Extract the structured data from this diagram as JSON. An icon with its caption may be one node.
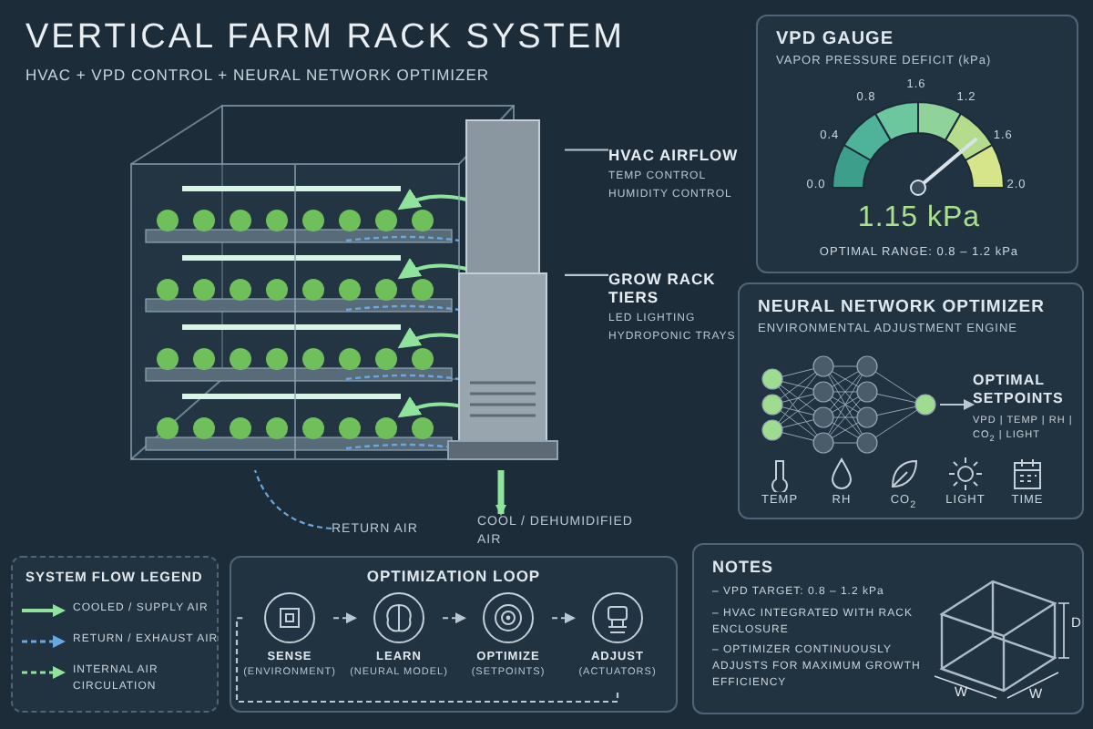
{
  "diagram": {
    "title": "VERTICAL FARM RACK SYSTEM",
    "nodes": [
      {
        "text": [],
        "shape": "picture"
      },
      {
        "text": [
          "HVAC AIRFLOW",
          "TEMP CONTROL HUMIDITY CONTROL"
        ]
      },
      {
        "text": [
          "GROW RACK TIERS",
          "LED LIGHTING HYDROPONIC TRAYS"
        ]
      },
      {
        "text": [
          "COOL / DEHUMIDIFIED AIR"
        ]
      },
      {
        "text": [
          "RETURN AIR"
        ]
      },
      {
        "text": [
          "VPD GAUGE",
          "VAPOR PRESSURE DEFICIT (kPa)",
          "1.15 kPa",
          "OPTIMAL RANGE: 0.8 – 1.2 kPa"
        ]
      },
      {
        "text": [
          "NEURAL NETWORK OPTIMIZER",
          "ENVIRONMENTAL ADJUSTMENT ENGINE"
        ]
      },
      {
        "text": [],
        "shape": "picture",
        "in": 6
      },
      {
        "text": [
          "OPTIMAL SETPOINTS",
          "VPD | TEMP | RH | CO$_{2}$ | LIGHT"
        ],
        "in": 6
      },
      {
        "text": [
          "OPTIMIZATION LOOP"
        ]
      },
      {
        "text": [
          "SENSE",
          "(ENVIRONMENT)"
        ],
        "in": 9
      },
      {
        "text": [
          "LEARN",
          "(NEURAL MODEL)"
        ],
        "in": 9
      },
      {
        "text": [
          "OPTIMIZE",
          "(SETPOINTS)"
        ],
        "in": 9
      },
      {
        "text": [
          "ADJUST",
          "(ACTUATORS)"
        ],
        "in": 9
      },
      {
        "text": [
          "NOTES",
          "– VPD TARGET: 0.8 – 1.2 kPa",
          "– HVAC INTEGRATED WITH RACK ENCLOSURE",
          "– OPTIMIZER CONTINUOUSLY ADJUSTS FOR MAXIMUM GROWTH EFFICIENCY"
        ]
      }
    ],
    "edges": [
      {
        "from": 1,
        "to": 0,
        "arrow": "none"
      },
      {
        "from": 2,
        "to": 0,
        "arrow": "none"
      },
      {
        "from": 0,
        "to": 3,
        "arrow": "to",
        "style": "thick",
        "color": "#8fe39c"
      },
      {
        "from": 4,
        "to": 0,
        "arrow": "none",
        "style": "dashed",
        "color": "#6aa8e0"
      },
      {
        "from": 7,
        "to": 8,
        "arrow": "to"
      },
      {
        "from": 10,
        "to": 11,
        "arrow": "to",
        "style": "dashed"
      },
      {
        "from": 11,
        "to": 12,
        "arrow": "to",
        "style": "dashed"
      },
      {
        "from": 12,
        "to": 13,
        "arrow": "to",
        "style": "dashed"
      },
      {
        "from": 13,
        "to": 10,
        "arrow": "none",
        "style": "dashed"
      }
    ],
    "labels": [
      "HVAC + VPD CONTROL + NEURAL NETWORK OPTIMIZER",
      "0.0",
      "0.4",
      "0.8",
      "1.6",
      "1.2",
      "1.6",
      "2.0",
      "TEMP",
      "RH",
      "CO$_{2}$",
      "LIGHT",
      "TIME",
      "SYSTEM FLOW LEGEND",
      "D",
      "W",
      "W"
    ],
    "legend": [
      {
        "text": "COOLED / SUPPLY AIR"
      },
      {
        "text": "RETURN / EXHAUST AIR"
      },
      {
        "text": "INTERNAL AIR CIRCULATION"
      }
    ]
  }
}
